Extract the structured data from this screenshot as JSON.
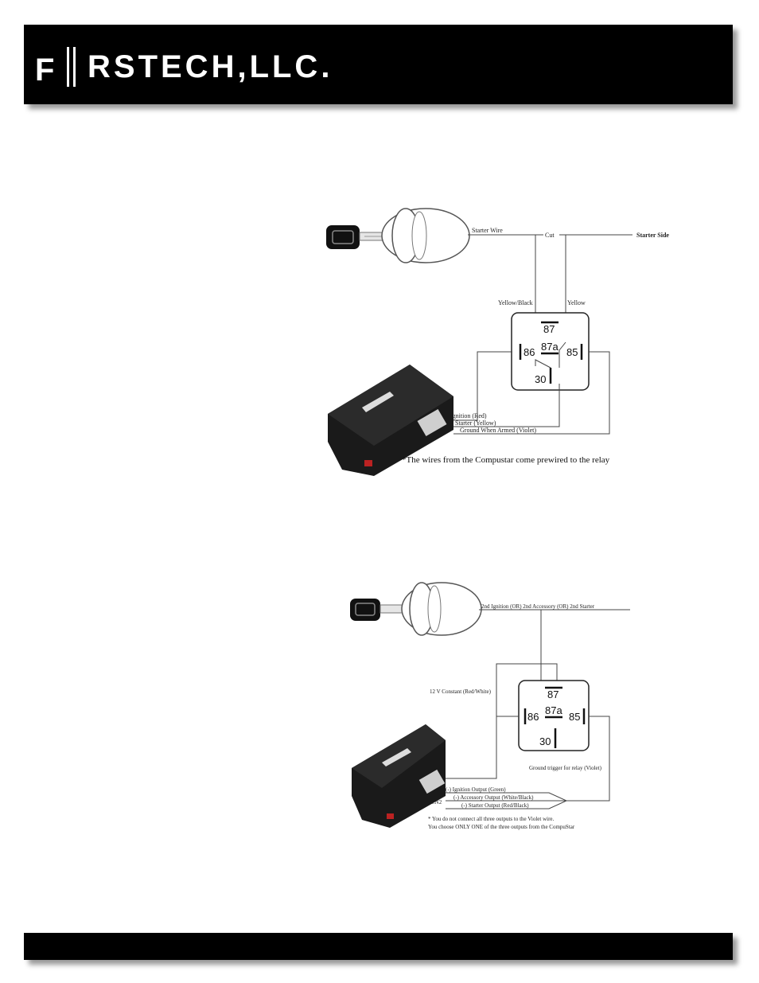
{
  "header": {
    "logo_text": "RSTECH,LLC.",
    "logo_initial": "F"
  },
  "diagram1": {
    "starter_wire": "Starter Wire",
    "cut": "Cut",
    "starter_side": "Starter Side",
    "yellow_black": "Yellow/Black",
    "yellow": "Yellow",
    "pin_87": "87",
    "pin_87a": "87a",
    "pin_86": "86",
    "pin_85": "85",
    "pin_30": "30",
    "wire_ignition": "Ignition (Red)",
    "wire_starter": "Starter (Yellow)",
    "wire_ground": "Ground When Armed (Violet)",
    "note": "*The wires from the Compustar come prewired to the relay"
  },
  "diagram2": {
    "target_wire": "2nd Ignition (OR) 2nd Accessory (OR) 2nd Starter",
    "constant": "12 V Constant (Red/White)",
    "pin_87": "87",
    "pin_87a": "87a",
    "pin_86": "86",
    "pin_85": "85",
    "pin_30": "30",
    "ground_trigger": "Ground trigger for relay (Violet)",
    "cn2": "CN2",
    "out_ignition": "(-) Ignition Output (Green)",
    "out_accessory": "(-) Accessory Output (White/Black)",
    "out_starter": "(-) Starter Output (Red/Black)",
    "note_line1": "* You do not connect all three outputs to the Violet wire.",
    "note_line2": "You choose ONLY ONE of the three outputs from the CompuStar"
  }
}
